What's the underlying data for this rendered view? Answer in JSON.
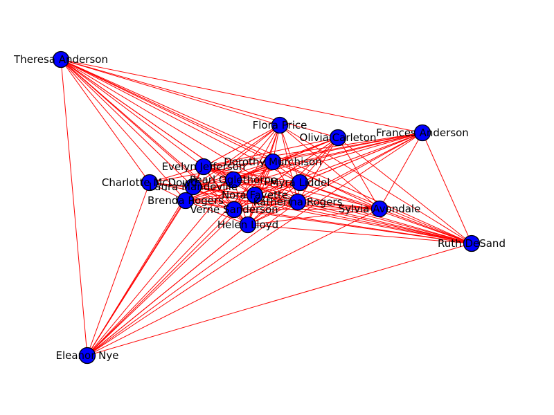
{
  "colors": {
    "node_fill": "#0000ff",
    "node_stroke": "#000000",
    "edge": "#ff0000",
    "label": "#000000"
  },
  "nodes": [
    {
      "id": "theresa",
      "label": "Theresa Anderson"
    },
    {
      "id": "flora",
      "label": "Flora Price"
    },
    {
      "id": "olivia",
      "label": "Olivia Carleton"
    },
    {
      "id": "frances",
      "label": "Frances Anderson"
    },
    {
      "id": "dorothy",
      "label": "Dorothy Murchison"
    },
    {
      "id": "evelyn",
      "label": "Evelyn Jefferson"
    },
    {
      "id": "pearl",
      "label": "Pearl Oglethorpe"
    },
    {
      "id": "charlotte",
      "label": "Charlotte McDowd"
    },
    {
      "id": "laura",
      "label": "Laura Mandeville"
    },
    {
      "id": "myra",
      "label": "Myra Liddel"
    },
    {
      "id": "nora",
      "label": "Nora Fayette"
    },
    {
      "id": "brenda",
      "label": "Brenda Rogers"
    },
    {
      "id": "katherina",
      "label": "Katherina Rogers"
    },
    {
      "id": "verne",
      "label": "Verne Sanderson"
    },
    {
      "id": "sylvia",
      "label": "Sylvia Avondale"
    },
    {
      "id": "helen",
      "label": "Helen Lloyd"
    },
    {
      "id": "ruth",
      "label": "Ruth DeSand"
    },
    {
      "id": "eleanor",
      "label": "Eleanor Nye"
    }
  ],
  "edges": [
    [
      "theresa",
      "flora"
    ],
    [
      "theresa",
      "frances"
    ],
    [
      "theresa",
      "olivia"
    ],
    [
      "theresa",
      "dorothy"
    ],
    [
      "theresa",
      "evelyn"
    ],
    [
      "theresa",
      "pearl"
    ],
    [
      "theresa",
      "charlotte"
    ],
    [
      "theresa",
      "laura"
    ],
    [
      "theresa",
      "myra"
    ],
    [
      "theresa",
      "nora"
    ],
    [
      "theresa",
      "brenda"
    ],
    [
      "theresa",
      "katherina"
    ],
    [
      "theresa",
      "verne"
    ],
    [
      "theresa",
      "sylvia"
    ],
    [
      "theresa",
      "helen"
    ],
    [
      "theresa",
      "ruth"
    ],
    [
      "theresa",
      "eleanor"
    ],
    [
      "flora",
      "evelyn"
    ],
    [
      "flora",
      "dorothy"
    ],
    [
      "flora",
      "pearl"
    ],
    [
      "flora",
      "laura"
    ],
    [
      "flora",
      "myra"
    ],
    [
      "flora",
      "nora"
    ],
    [
      "flora",
      "brenda"
    ],
    [
      "flora",
      "katherina"
    ],
    [
      "flora",
      "verne"
    ],
    [
      "flora",
      "sylvia"
    ],
    [
      "flora",
      "helen"
    ],
    [
      "flora",
      "ruth"
    ],
    [
      "olivia",
      "evelyn"
    ],
    [
      "olivia",
      "dorothy"
    ],
    [
      "olivia",
      "pearl"
    ],
    [
      "olivia",
      "myra"
    ],
    [
      "olivia",
      "nora"
    ],
    [
      "olivia",
      "brenda"
    ],
    [
      "olivia",
      "katherina"
    ],
    [
      "olivia",
      "verne"
    ],
    [
      "olivia",
      "sylvia"
    ],
    [
      "olivia",
      "helen"
    ],
    [
      "olivia",
      "ruth"
    ],
    [
      "frances",
      "evelyn"
    ],
    [
      "frances",
      "dorothy"
    ],
    [
      "frances",
      "pearl"
    ],
    [
      "frances",
      "charlotte"
    ],
    [
      "frances",
      "laura"
    ],
    [
      "frances",
      "myra"
    ],
    [
      "frances",
      "nora"
    ],
    [
      "frances",
      "brenda"
    ],
    [
      "frances",
      "katherina"
    ],
    [
      "frances",
      "verne"
    ],
    [
      "frances",
      "sylvia"
    ],
    [
      "frances",
      "helen"
    ],
    [
      "frances",
      "ruth"
    ],
    [
      "frances",
      "eleanor"
    ],
    [
      "dorothy",
      "evelyn"
    ],
    [
      "dorothy",
      "pearl"
    ],
    [
      "dorothy",
      "laura"
    ],
    [
      "dorothy",
      "myra"
    ],
    [
      "dorothy",
      "nora"
    ],
    [
      "dorothy",
      "brenda"
    ],
    [
      "dorothy",
      "katherina"
    ],
    [
      "dorothy",
      "verne"
    ],
    [
      "dorothy",
      "helen"
    ],
    [
      "dorothy",
      "ruth"
    ],
    [
      "dorothy",
      "eleanor"
    ],
    [
      "evelyn",
      "pearl"
    ],
    [
      "evelyn",
      "charlotte"
    ],
    [
      "evelyn",
      "laura"
    ],
    [
      "evelyn",
      "myra"
    ],
    [
      "evelyn",
      "nora"
    ],
    [
      "evelyn",
      "brenda"
    ],
    [
      "evelyn",
      "katherina"
    ],
    [
      "evelyn",
      "verne"
    ],
    [
      "evelyn",
      "sylvia"
    ],
    [
      "evelyn",
      "helen"
    ],
    [
      "evelyn",
      "ruth"
    ],
    [
      "evelyn",
      "eleanor"
    ],
    [
      "pearl",
      "laura"
    ],
    [
      "pearl",
      "myra"
    ],
    [
      "pearl",
      "nora"
    ],
    [
      "pearl",
      "brenda"
    ],
    [
      "pearl",
      "katherina"
    ],
    [
      "pearl",
      "helen"
    ],
    [
      "pearl",
      "ruth"
    ],
    [
      "pearl",
      "eleanor"
    ],
    [
      "charlotte",
      "laura"
    ],
    [
      "charlotte",
      "brenda"
    ],
    [
      "charlotte",
      "nora"
    ],
    [
      "charlotte",
      "ruth"
    ],
    [
      "charlotte",
      "eleanor"
    ],
    [
      "laura",
      "myra"
    ],
    [
      "laura",
      "nora"
    ],
    [
      "laura",
      "brenda"
    ],
    [
      "laura",
      "katherina"
    ],
    [
      "laura",
      "verne"
    ],
    [
      "laura",
      "helen"
    ],
    [
      "laura",
      "ruth"
    ],
    [
      "laura",
      "eleanor"
    ],
    [
      "myra",
      "nora"
    ],
    [
      "myra",
      "brenda"
    ],
    [
      "myra",
      "katherina"
    ],
    [
      "myra",
      "verne"
    ],
    [
      "myra",
      "sylvia"
    ],
    [
      "myra",
      "helen"
    ],
    [
      "myra",
      "ruth"
    ],
    [
      "myra",
      "eleanor"
    ],
    [
      "nora",
      "brenda"
    ],
    [
      "nora",
      "katherina"
    ],
    [
      "nora",
      "verne"
    ],
    [
      "nora",
      "sylvia"
    ],
    [
      "nora",
      "helen"
    ],
    [
      "nora",
      "ruth"
    ],
    [
      "nora",
      "eleanor"
    ],
    [
      "brenda",
      "katherina"
    ],
    [
      "brenda",
      "verne"
    ],
    [
      "brenda",
      "sylvia"
    ],
    [
      "brenda",
      "helen"
    ],
    [
      "brenda",
      "ruth"
    ],
    [
      "brenda",
      "eleanor"
    ],
    [
      "katherina",
      "verne"
    ],
    [
      "katherina",
      "sylvia"
    ],
    [
      "katherina",
      "helen"
    ],
    [
      "katherina",
      "ruth"
    ],
    [
      "katherina",
      "eleanor"
    ],
    [
      "verne",
      "sylvia"
    ],
    [
      "verne",
      "helen"
    ],
    [
      "verne",
      "ruth"
    ],
    [
      "verne",
      "eleanor"
    ],
    [
      "sylvia",
      "helen"
    ],
    [
      "sylvia",
      "ruth"
    ],
    [
      "sylvia",
      "eleanor"
    ],
    [
      "helen",
      "ruth"
    ],
    [
      "helen",
      "eleanor"
    ],
    [
      "ruth",
      "eleanor"
    ]
  ]
}
